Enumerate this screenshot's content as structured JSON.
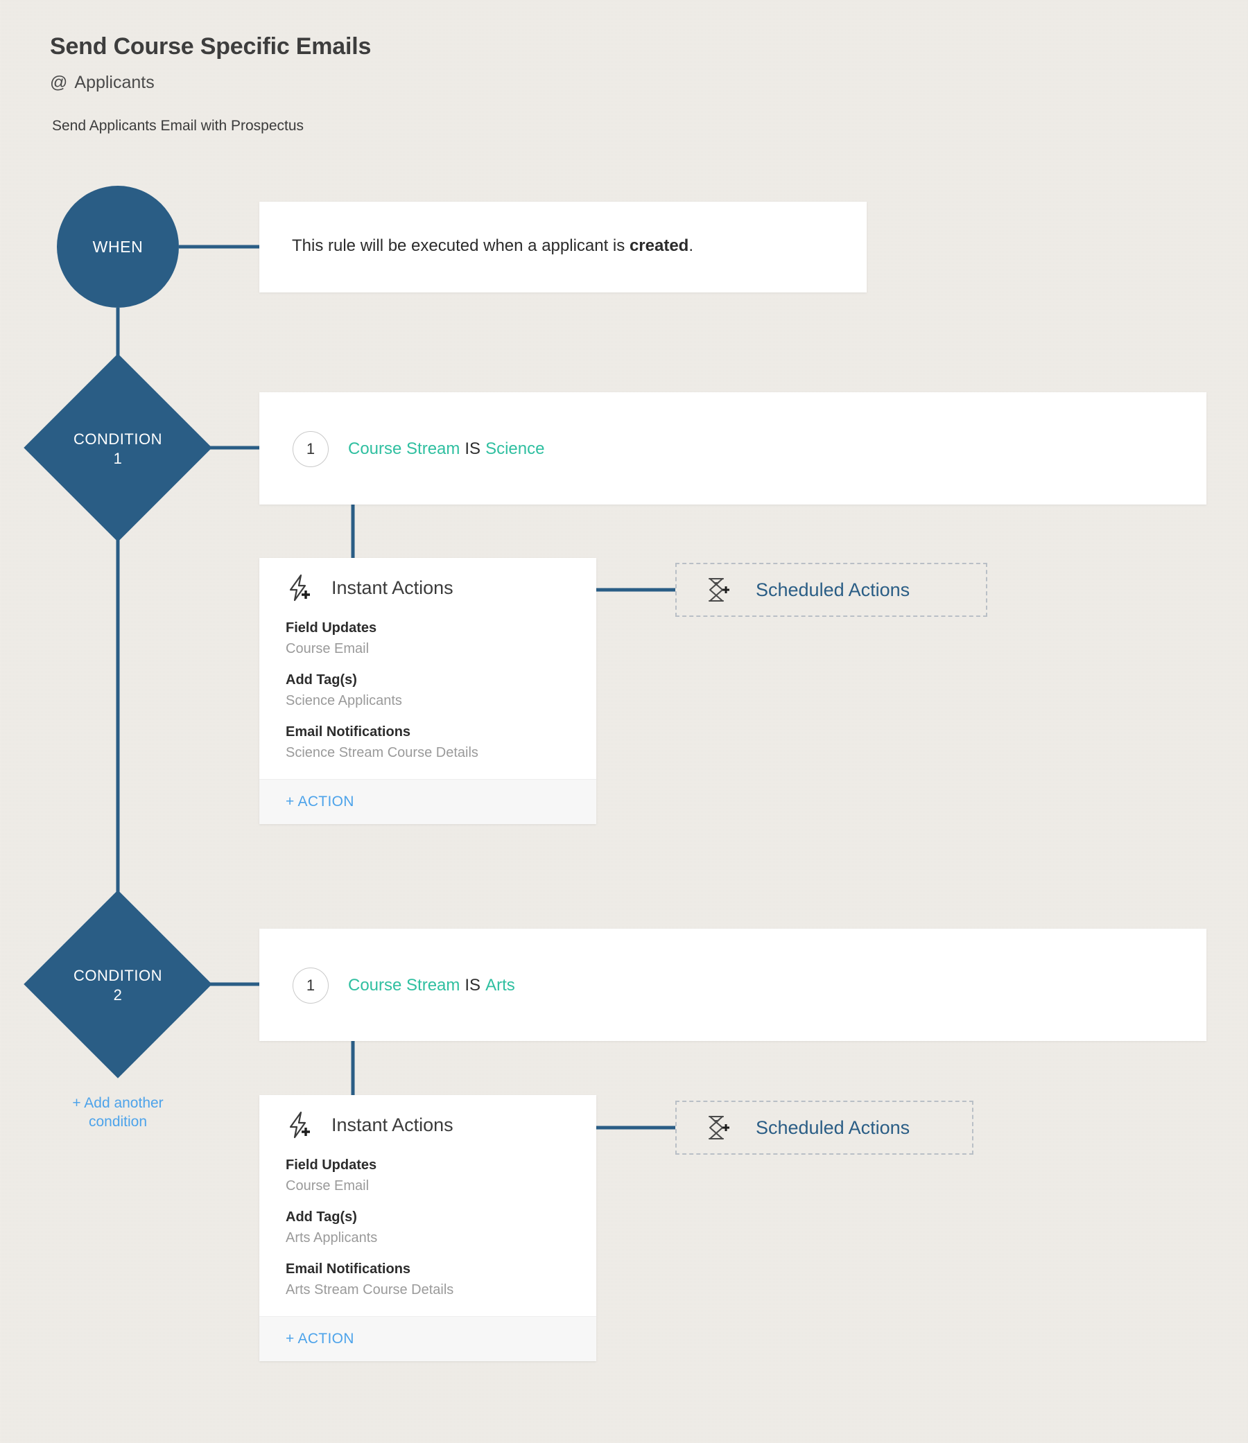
{
  "header": {
    "title": "Send Course Specific Emails",
    "at_symbol": "@",
    "scope": "Applicants",
    "description": "Send Applicants Email with Prospectus"
  },
  "colors": {
    "background": "#ece9e3",
    "node_blue": "#2a5d85",
    "teal": "#2fbfa0",
    "link_blue": "#4da3ea",
    "muted_text": "#9a9a9a",
    "dashed_border": "#b9bfc6"
  },
  "when": {
    "node_label": "WHEN",
    "rule_prefix": "This rule will be executed when a applicant is ",
    "rule_emphasis": "created",
    "rule_suffix": "."
  },
  "branches": [
    {
      "node_label": "CONDITION",
      "node_number": "1",
      "condition": {
        "badge": "1",
        "field": "Course Stream",
        "operator": "IS",
        "value": "Science"
      },
      "instant_actions": {
        "icon": "lightning-plus-icon",
        "title": "Instant Actions",
        "groups": [
          {
            "label": "Field Updates",
            "value": "Course Email"
          },
          {
            "label": "Add Tag(s)",
            "value": "Science Applicants"
          },
          {
            "label": "Email Notifications",
            "value": "Science Stream Course Details"
          }
        ],
        "add_action_label": "+ ACTION"
      },
      "scheduled_actions": {
        "icon": "hourglass-plus-icon",
        "title": "Scheduled Actions"
      }
    },
    {
      "node_label": "CONDITION",
      "node_number": "2",
      "condition": {
        "badge": "1",
        "field": "Course Stream",
        "operator": "IS",
        "value": "Arts"
      },
      "instant_actions": {
        "icon": "lightning-plus-icon",
        "title": "Instant Actions",
        "groups": [
          {
            "label": "Field Updates",
            "value": "Course Email"
          },
          {
            "label": "Add Tag(s)",
            "value": "Arts Applicants"
          },
          {
            "label": "Email Notifications",
            "value": "Arts Stream Course Details"
          }
        ],
        "add_action_label": "+ ACTION"
      },
      "scheduled_actions": {
        "icon": "hourglass-plus-icon",
        "title": "Scheduled Actions"
      }
    }
  ],
  "add_condition": {
    "line1": "+ Add another",
    "line2": "condition"
  }
}
